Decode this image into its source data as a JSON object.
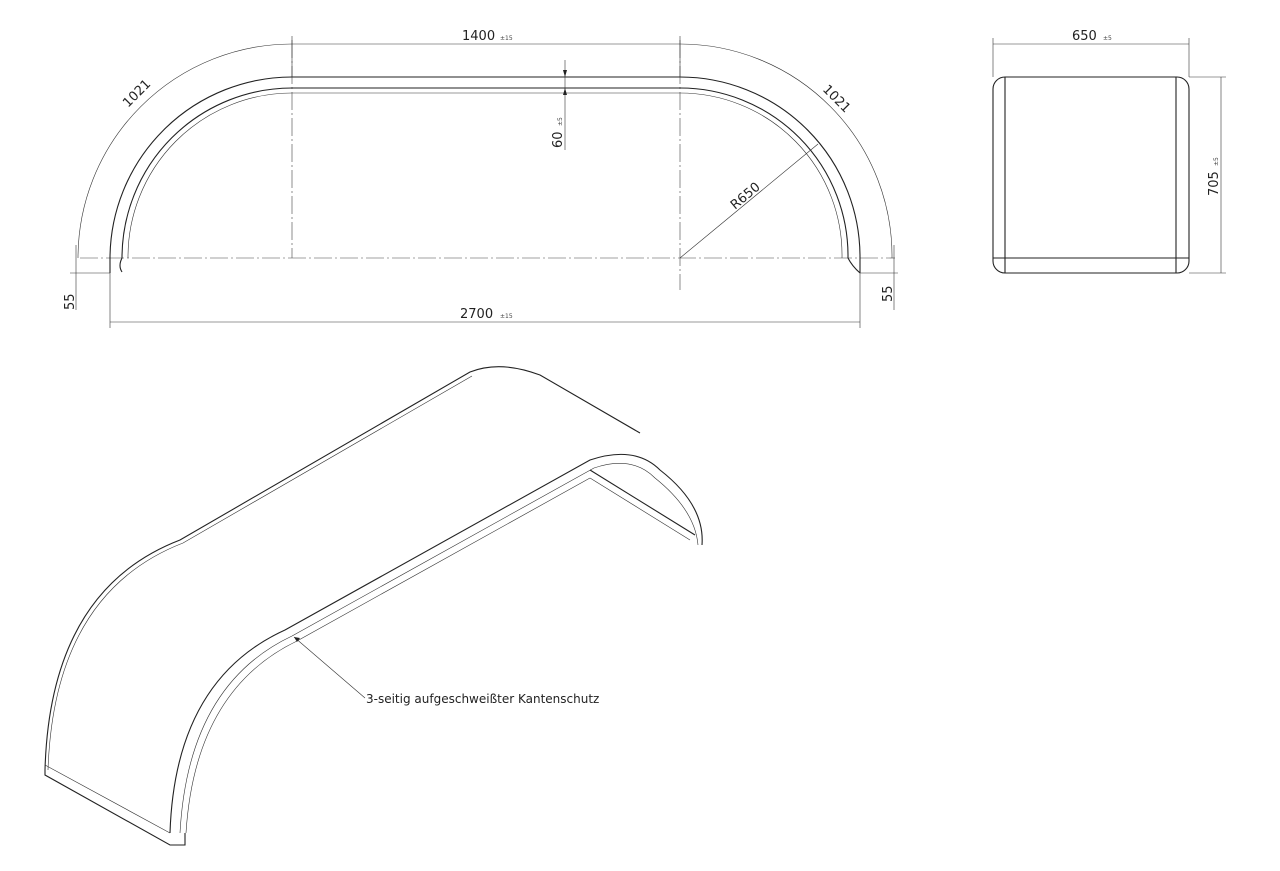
{
  "drawing": {
    "side_view": {
      "top_length": {
        "value": "1400",
        "tolerance": "±15"
      },
      "overall_length": {
        "value": "2700",
        "tolerance": "±15"
      },
      "arc_length_left": "1021",
      "arc_length_right": "1021",
      "thickness": {
        "value": "60",
        "tolerance": "±5"
      },
      "radius": "R650",
      "end_drop_left": "55",
      "end_drop_right": "55"
    },
    "end_view": {
      "width": {
        "value": "650",
        "tolerance": "±5"
      },
      "height": {
        "value": "705",
        "tolerance": "±5"
      }
    },
    "isometric_view": {
      "callout": "3-seitig aufgeschweißter Kantenschutz"
    }
  },
  "colors": {
    "line": "#222222",
    "background": "#ffffff"
  }
}
